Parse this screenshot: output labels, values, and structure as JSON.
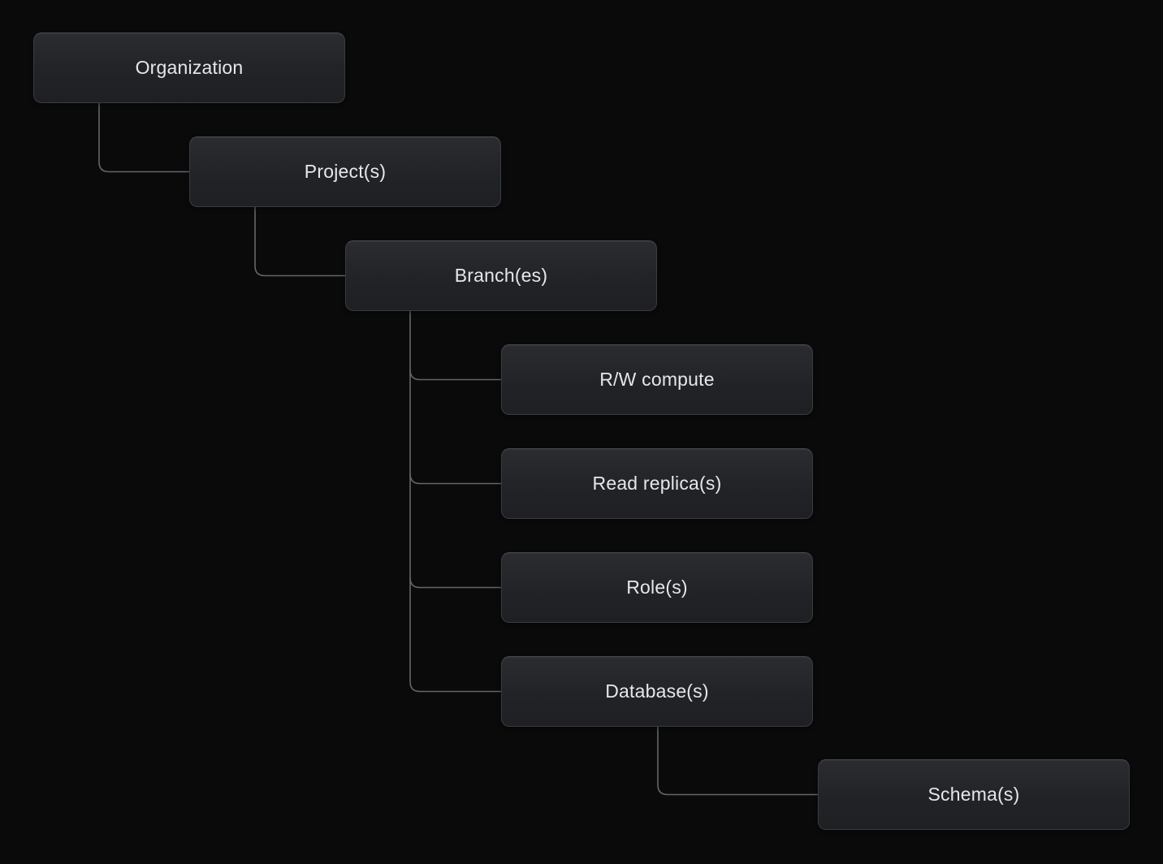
{
  "diagram": {
    "description": "Object hierarchy tree diagram",
    "nodes": [
      {
        "id": "organization",
        "label": "Organization",
        "parent": null
      },
      {
        "id": "projects",
        "label": "Project(s)",
        "parent": "organization"
      },
      {
        "id": "branches",
        "label": "Branch(es)",
        "parent": "projects"
      },
      {
        "id": "rw-compute",
        "label": "R/W compute",
        "parent": "branches"
      },
      {
        "id": "read-replicas",
        "label": "Read replica(s)",
        "parent": "branches"
      },
      {
        "id": "roles",
        "label": "Role(s)",
        "parent": "branches"
      },
      {
        "id": "databases",
        "label": "Database(s)",
        "parent": "branches"
      },
      {
        "id": "schemas",
        "label": "Schema(s)",
        "parent": "databases"
      }
    ],
    "colors": {
      "background": "#0a0a0b",
      "node_fill_top": "#2a2c30",
      "node_fill_bottom": "#1e2023",
      "node_border": "#393c40",
      "node_text": "#e5e7e9",
      "connector": "#63666a"
    }
  }
}
